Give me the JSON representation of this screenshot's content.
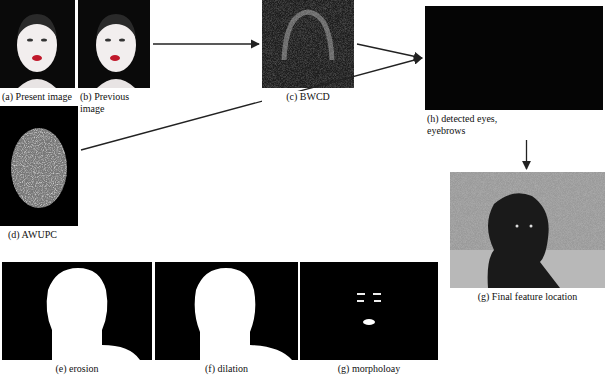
{
  "diagram": {
    "nodes": [
      {
        "text": [
          "(a) Present image"
        ]
      },
      {
        "text": [
          "(b) Previous image"
        ]
      },
      {
        "text": [
          "(c) BWCD"
        ]
      },
      {
        "text": [
          "(h) detected eyes, eyebrows"
        ]
      },
      {
        "text": [
          "(d) AWUPC"
        ]
      },
      {
        "text": [
          "(g) Final feature location"
        ]
      },
      {
        "text": [
          "(e) erosion"
        ]
      },
      {
        "text": [
          "(f) dilation"
        ]
      },
      {
        "text": [
          "(g) morpholoay"
        ]
      }
    ],
    "edges": [
      {
        "from": 1,
        "to": 2,
        "arrow": "to"
      },
      {
        "from": 2,
        "to": 3,
        "arrow": "to"
      },
      {
        "from": 4,
        "to": 3,
        "arrow": "to"
      },
      {
        "from": 3,
        "to": 5,
        "arrow": "to"
      }
    ]
  }
}
